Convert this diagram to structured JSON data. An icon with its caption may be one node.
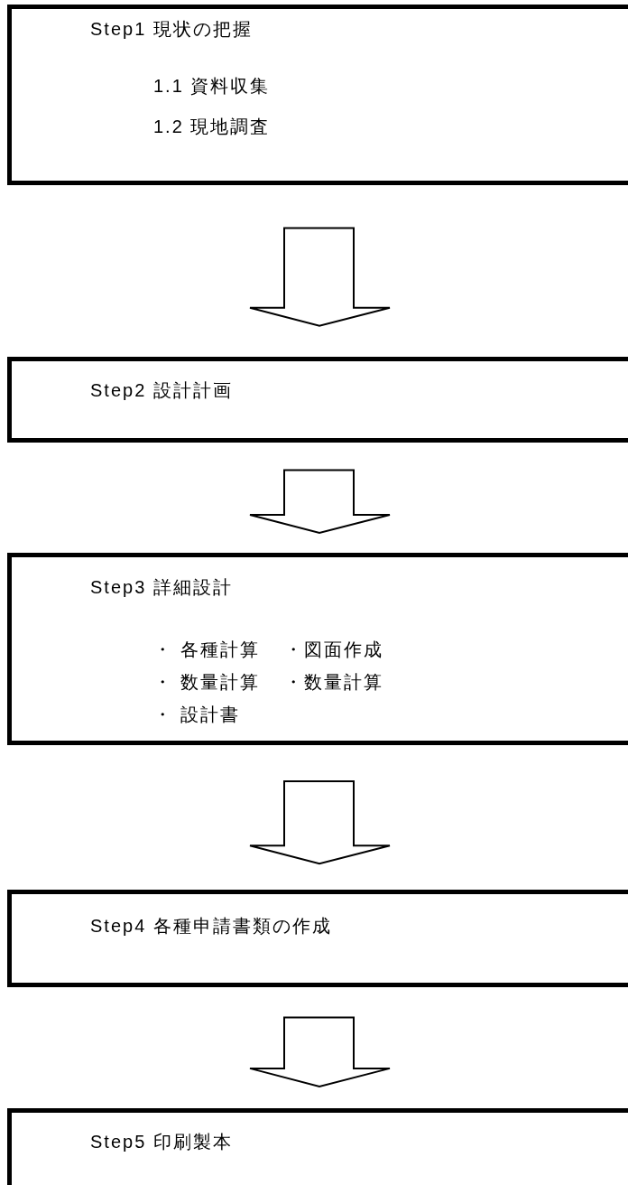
{
  "diagram": {
    "nodes": [
      {
        "text": [
          "Step1 現状の把握",
          "1.1 資料収集",
          "1.2 現地調査"
        ]
      },
      {
        "text": [
          "Step2 設計計画"
        ]
      },
      {
        "text": [
          "Step3 詳細設計",
          "・ 各種計算",
          "・図面作成",
          "・ 数量計算",
          "・数量計算",
          "・ 設計書"
        ]
      },
      {
        "text": [
          "Step4 各種申請書類の作成"
        ]
      },
      {
        "text": [
          "Step5 印刷製本"
        ]
      }
    ],
    "edges": [
      {
        "from": 0,
        "to": 1,
        "arrow": "to"
      },
      {
        "from": 1,
        "to": 2,
        "arrow": "to"
      },
      {
        "from": 2,
        "to": 3,
        "arrow": "to"
      },
      {
        "from": 3,
        "to": 4,
        "arrow": "to"
      }
    ]
  }
}
